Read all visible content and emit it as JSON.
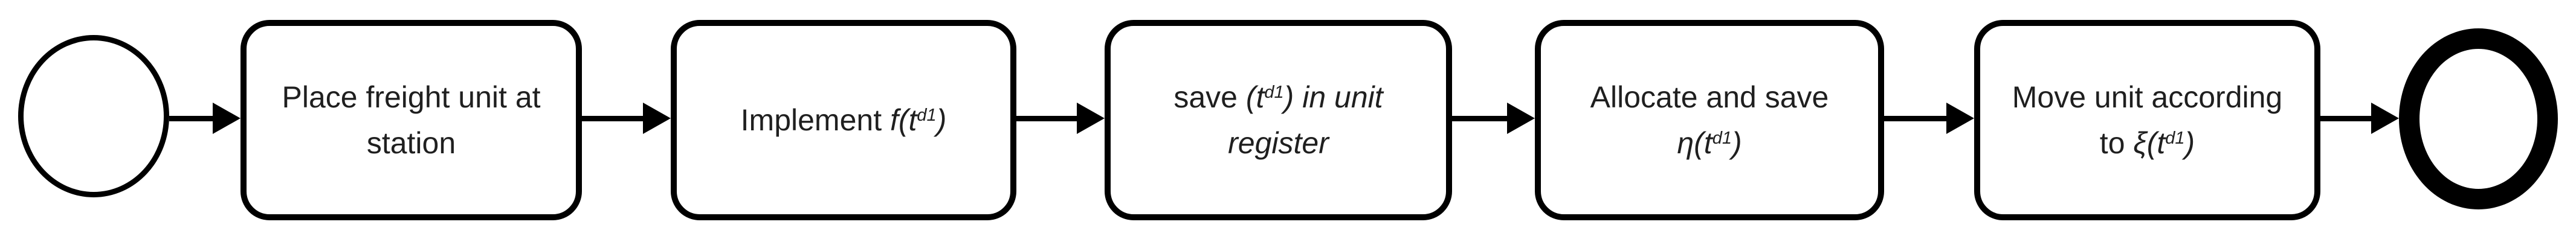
{
  "diagram": {
    "type": "bpmn-process-flow",
    "colors": {
      "background": "#ffffff",
      "stroke": "#000000",
      "shape_fill": "#ffffff",
      "text": "#1f1f1f"
    },
    "start_event": {
      "kind": "start-event",
      "shape": "thin-outline-circle",
      "label": ""
    },
    "end_event": {
      "kind": "end-event",
      "shape": "thick-outline-circle",
      "label": ""
    },
    "tasks": [
      {
        "id": "task-1",
        "text": "Place freight unit at station",
        "lines": [
          [
            {
              "t": "Place freight unit at"
            }
          ],
          [
            {
              "t": "station"
            }
          ]
        ]
      },
      {
        "id": "task-2",
        "text": "Implement f(t^d1)",
        "lines": [
          [
            {
              "t": "Implement "
            },
            {
              "t": "f(t",
              "i": true
            },
            {
              "t": "d1",
              "i": true,
              "sup": true
            },
            {
              "t": ")",
              "i": true
            }
          ]
        ]
      },
      {
        "id": "task-3",
        "text": "save (t^d1) in unit register",
        "lines": [
          [
            {
              "t": "save "
            },
            {
              "t": "(t",
              "i": true
            },
            {
              "t": "d1",
              "i": true,
              "sup": true
            },
            {
              "t": ") in unit",
              "i": true
            }
          ],
          [
            {
              "t": "register",
              "i": true
            }
          ]
        ]
      },
      {
        "id": "task-4",
        "text": "Allocate and save η(t^d1)",
        "lines": [
          [
            {
              "t": "Allocate and save"
            }
          ],
          [
            {
              "t": "η(t",
              "i": true
            },
            {
              "t": "d1",
              "i": true,
              "sup": true
            },
            {
              "t": ")",
              "i": true
            }
          ]
        ]
      },
      {
        "id": "task-5",
        "text": "Move unit according to ξ(t^d1)",
        "lines": [
          [
            {
              "t": "Move unit according"
            }
          ],
          [
            {
              "t": "to "
            },
            {
              "t": "ξ(t",
              "i": true
            },
            {
              "t": "d1",
              "i": true,
              "sup": true
            },
            {
              "t": ")",
              "i": true
            }
          ]
        ]
      }
    ],
    "flows": [
      {
        "from": "start-event",
        "to": "task-1"
      },
      {
        "from": "task-1",
        "to": "task-2"
      },
      {
        "from": "task-2",
        "to": "task-3"
      },
      {
        "from": "task-3",
        "to": "task-4"
      },
      {
        "from": "task-4",
        "to": "task-5"
      },
      {
        "from": "task-5",
        "to": "end-event"
      }
    ]
  }
}
